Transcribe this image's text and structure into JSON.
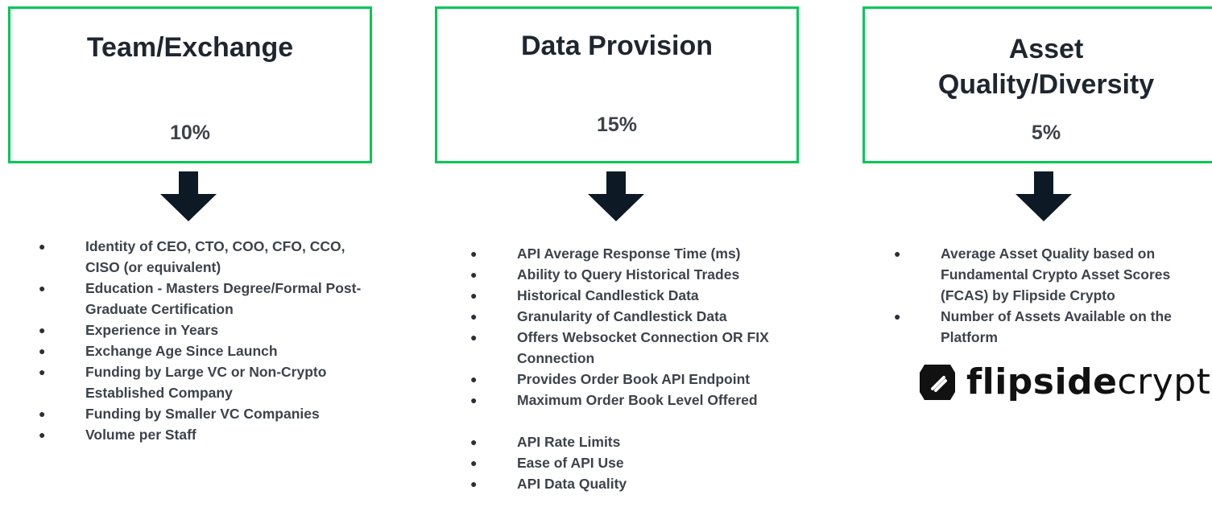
{
  "columns": [
    {
      "title": "Team/Exchange",
      "percent": "10%",
      "items": [
        "Identity of CEO, CTO, COO, CFO, CCO, CISO (or equivalent)",
        "Education - Masters Degree/Formal Post-Graduate Certification",
        "Experience in Years",
        "Exchange Age Since Launch",
        "Funding by Large VC or Non-Crypto Established Company",
        "Funding by Smaller VC Companies",
        "Volume per Staff"
      ]
    },
    {
      "title": "Data Provision",
      "percent": "15%",
      "items": [
        "API Average Response Time (ms)",
        "Ability to Query Historical Trades",
        "Historical Candlestick Data",
        "Granularity of Candlestick Data",
        "Offers Websocket Connection OR FIX Connection",
        "Provides Order Book API Endpoint",
        "Maximum Order Book Level Offered",
        "API Rate Limits",
        "Ease of API Use",
        "API Data Quality"
      ]
    },
    {
      "title_line1": "Asset",
      "title_line2": "Quality/Diversity",
      "percent": "5%",
      "items": [
        "Average Asset Quality based on Fundamental Crypto Asset Scores (FCAS) by Flipside Crypto",
        "Number of Assets Available on the Platform"
      ]
    }
  ],
  "logo": {
    "bold": "flipside",
    "light": "crypto"
  },
  "colors": {
    "border": "#00c853",
    "arrow": "#0d1a26"
  }
}
